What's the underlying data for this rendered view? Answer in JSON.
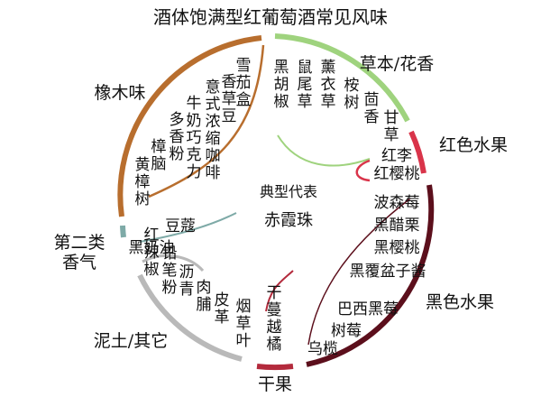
{
  "title": "酒体饱满型红葡萄酒常见风味",
  "center": {
    "label": "典型代表",
    "wine": "赤霞珠"
  },
  "categories": {
    "herb_floral": "草本/花香",
    "oak": "橡木味",
    "red_fruit": "红色水果",
    "secondary": [
      "第二类",
      "香气"
    ],
    "black_fruit": "黑色水果",
    "earth": "泥土/其它",
    "dried_fruit": "干果"
  },
  "notes": {
    "cigar_box": "雪茄盒",
    "vanilla": "香草豆",
    "espresso": "意式浓缩咖啡",
    "milk_chocolate": "牛奶巧克力",
    "allspice": "多香粉",
    "camphor": "樟脑",
    "sassafras": "黄樟树",
    "black_pepper": "黑胡椒",
    "sage": "鼠尾草",
    "lavender": "薰衣草",
    "eucalyptus": "桉树",
    "fennel": "茴香",
    "licorice": "甘草",
    "red_plum": "红李",
    "red_cherry": "红樱桃",
    "boysenberry": "波森莓",
    "black_currant": "黑醋栗",
    "black_cherry": "黑樱桃",
    "blackberry_jam": "黑覆盆子酱",
    "brazilian_blackberry": "巴西黑莓",
    "mulberry": "树莓",
    "cranberry_dried": "干蔓越橘",
    "olive": "乌榄",
    "tobacco": "烟草叶",
    "leather": "皮革",
    "jerky": "肉脯",
    "asphalt": "沥青",
    "graphite": "铅笔粉",
    "pepper_red": "红辣椒",
    "cardamom": "豆蔻",
    "butter": "黑奶油"
  },
  "colors": {
    "herb_floral": "#9fd37e",
    "oak": "#b86e2e",
    "red_fruit": "#d9344a",
    "secondary": "#7eaaa7",
    "black_fruit": "#5c0f1c",
    "earth": "#b9b9b9",
    "dried_fruit": "#b32a3c"
  }
}
